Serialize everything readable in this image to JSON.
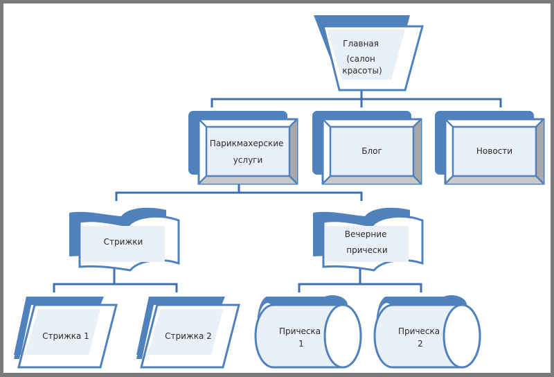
{
  "diagram": {
    "type": "hierarchy-tree",
    "colors": {
      "frame": "#7a7a7a",
      "background": "#ffffff",
      "accent": "#4f81bd",
      "connector": "#3e6fb0",
      "fill": "#eaf0f8",
      "bevel": "#c8c8c8",
      "bevel_dark": "#a8a8a8",
      "text": "#2a2a2a"
    },
    "nodes": {
      "root": {
        "lines": [
          "Главная",
          "(салон",
          "красоты)"
        ],
        "shape": "trapezoid"
      },
      "hair_services": {
        "lines": [
          "Парикмахерские",
          "услуги"
        ],
        "shape": "bevel",
        "parent": "root"
      },
      "blog": {
        "lines": [
          "Блог"
        ],
        "shape": "bevel",
        "parent": "root"
      },
      "news": {
        "lines": [
          "Новости"
        ],
        "shape": "bevel",
        "parent": "root"
      },
      "haircuts": {
        "lines": [
          "Стрижки"
        ],
        "shape": "wave",
        "parent": "hair_services"
      },
      "evening": {
        "lines": [
          "Вечерние",
          "прически"
        ],
        "shape": "wave",
        "parent": "hair_services"
      },
      "haircut1": {
        "lines": [
          "Стрижка 1"
        ],
        "shape": "parallelogram",
        "parent": "haircuts"
      },
      "haircut2": {
        "lines": [
          "Стрижка 2"
        ],
        "shape": "parallelogram",
        "parent": "haircuts"
      },
      "hairstyle1": {
        "lines": [
          "Прическа",
          "1"
        ],
        "shape": "cylinder",
        "parent": "evening"
      },
      "hairstyle2": {
        "lines": [
          "Прическа",
          "2"
        ],
        "shape": "cylinder",
        "parent": "evening"
      }
    }
  }
}
